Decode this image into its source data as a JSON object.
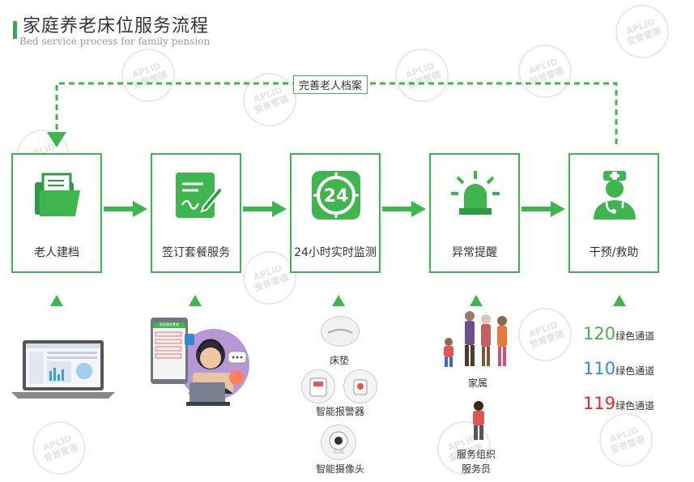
{
  "header": {
    "title": "家庭养老床位服务流程",
    "subtitle": "Bed service process for family pension"
  },
  "watermark": {
    "line1": "APLID",
    "line2": "爱普雷德"
  },
  "loop": {
    "label": "完善老人档案"
  },
  "steps": [
    {
      "label": "老人建档",
      "icon": "folder-icon"
    },
    {
      "label": "签订套餐服务",
      "icon": "contract-sign-icon"
    },
    {
      "label": "24小时实时监测",
      "icon": "clock-24-icon",
      "badge": "24"
    },
    {
      "label": "异常提醒",
      "icon": "alarm-light-icon"
    },
    {
      "label": "干预/救助",
      "icon": "doctor-icon"
    }
  ],
  "devices": {
    "mattress": "床垫",
    "alarm": "智能报警器",
    "camera": "智能摄像头"
  },
  "people": {
    "family": "家属",
    "service_org": "服务组织",
    "service_staff": "服务员"
  },
  "phone_screen": {
    "header": "家庭服务套餐"
  },
  "hotlines": [
    {
      "number": "120",
      "note": "绿色通道",
      "color": "#4caf50"
    },
    {
      "number": "110",
      "note": "绿色通道",
      "color": "#2a8fd4"
    },
    {
      "number": "119",
      "note": "绿色通道",
      "color": "#e02b2b"
    }
  ],
  "colors": {
    "accent": "#3fb54e",
    "dark_green": "#2e9b44"
  }
}
